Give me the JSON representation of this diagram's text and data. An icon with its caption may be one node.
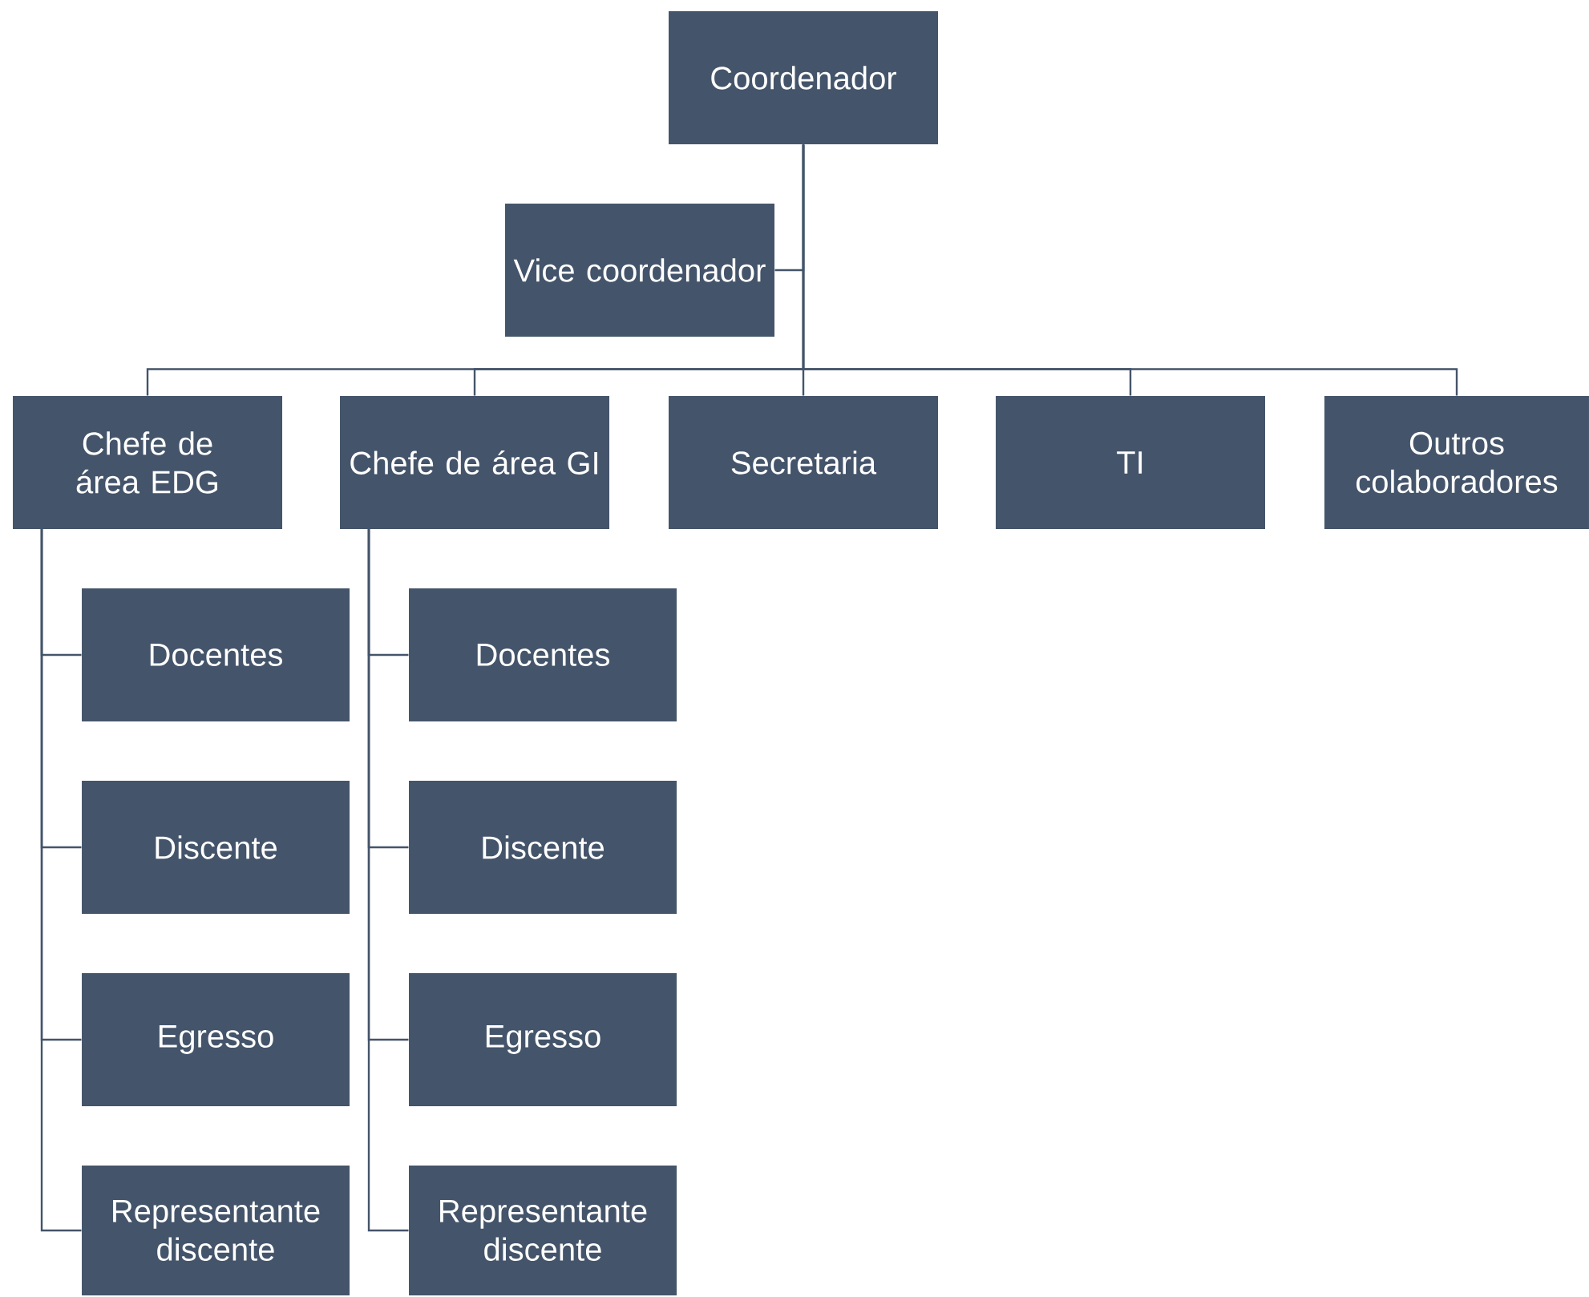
{
  "diagram": {
    "nodes": [
      {
        "text": [
          "Coordenador"
        ]
      },
      {
        "text": [
          "Vice coordenador"
        ]
      },
      {
        "text": [
          "Chefe de área EDG"
        ]
      },
      {
        "text": [
          "Chefe de área GI"
        ]
      },
      {
        "text": [
          "Secretaria"
        ]
      },
      {
        "text": [
          "TI"
        ]
      },
      {
        "text": [
          "Outros colaboradores"
        ]
      },
      {
        "text": [
          "Docentes"
        ]
      },
      {
        "text": [
          "Discente"
        ]
      },
      {
        "text": [
          "Egresso"
        ]
      },
      {
        "text": [
          "Representante discente"
        ]
      },
      {
        "text": [
          "Docentes"
        ]
      },
      {
        "text": [
          "Discente"
        ]
      },
      {
        "text": [
          "Egresso"
        ]
      },
      {
        "text": [
          "Representante discente"
        ]
      }
    ],
    "edges": [
      {
        "from": 0,
        "to": 1,
        "arrow": "none"
      },
      {
        "from": 0,
        "to": 2,
        "arrow": "none"
      },
      {
        "from": 0,
        "to": 3,
        "arrow": "none"
      },
      {
        "from": 0,
        "to": 4,
        "arrow": "none"
      },
      {
        "from": 0,
        "to": 5,
        "arrow": "none"
      },
      {
        "from": 0,
        "to": 6,
        "arrow": "none"
      },
      {
        "from": 2,
        "to": 7,
        "arrow": "none"
      },
      {
        "from": 2,
        "to": 8,
        "arrow": "none"
      },
      {
        "from": 2,
        "to": 9,
        "arrow": "none"
      },
      {
        "from": 2,
        "to": 10,
        "arrow": "none"
      },
      {
        "from": 3,
        "to": 11,
        "arrow": "none"
      },
      {
        "from": 3,
        "to": 12,
        "arrow": "none"
      },
      {
        "from": 3,
        "to": 13,
        "arrow": "none"
      },
      {
        "from": 3,
        "to": 14,
        "arrow": "none"
      }
    ]
  }
}
